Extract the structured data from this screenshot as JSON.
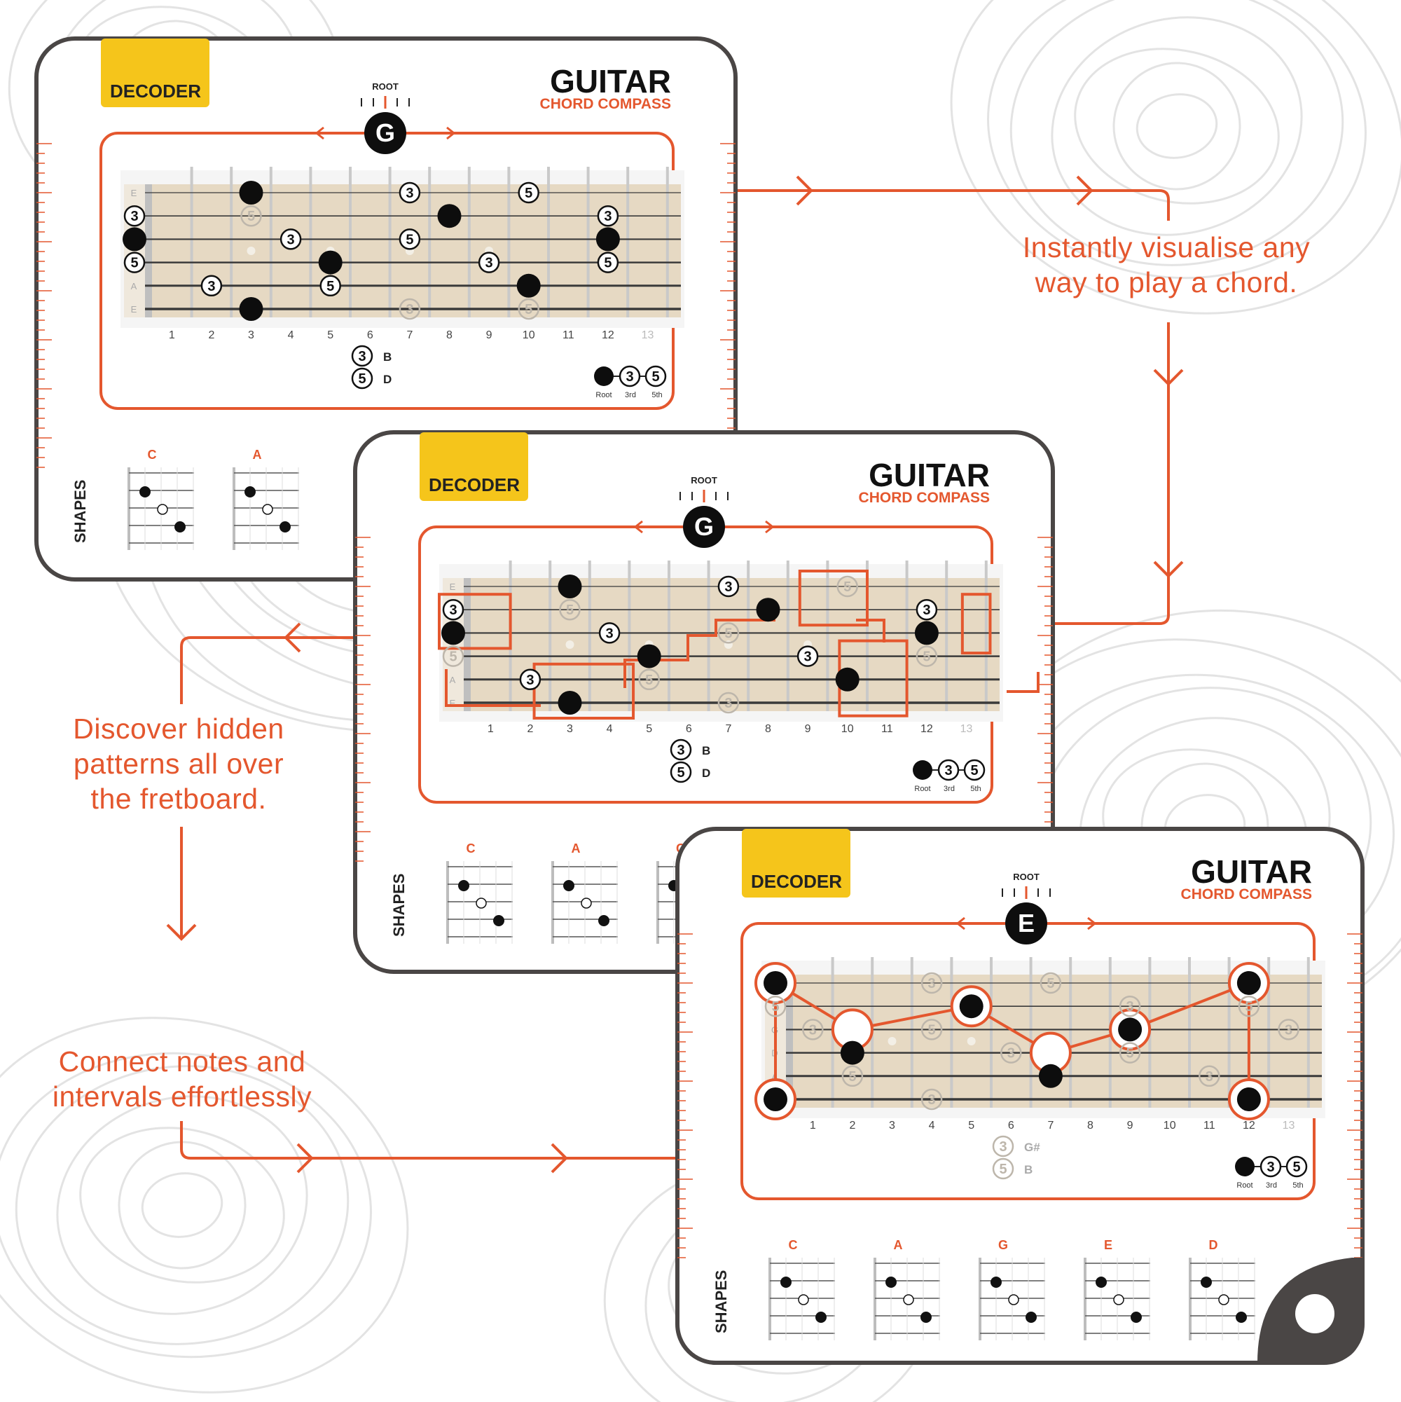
{
  "captions": {
    "visualise": [
      "Instantly visualise any",
      "way to play a chord."
    ],
    "discover": [
      "Discover hidden",
      "patterns all over",
      "the fretboard."
    ],
    "connect": [
      "Connect notes and",
      "intervals effortlessly"
    ]
  },
  "colors": {
    "accent": "#e4572e",
    "badge": "#f5c51b",
    "wood": "#e6d9c3",
    "dark": "#4a4645"
  },
  "cards": [
    {
      "badge": "DECODER",
      "brand": "GUITAR",
      "subbrand": "CHORD COMPASS",
      "root_label": "ROOT",
      "root": "G",
      "string_labels": [
        "E",
        "",
        "",
        "",
        "A",
        "E"
      ],
      "fret_numbers": [
        "1",
        "2",
        "3",
        "4",
        "5",
        "6",
        "7",
        "8",
        "9",
        "10",
        "11",
        "12",
        "13"
      ],
      "note_key": [
        {
          "sym": "3",
          "note": "B"
        },
        {
          "sym": "5",
          "note": "D"
        }
      ],
      "legend": [
        "Root",
        "3rd",
        "5th"
      ],
      "shapes_label": "SHAPES",
      "shapes": [
        "C",
        "A"
      ],
      "markers": [
        {
          "s": 0,
          "f": 3,
          "t": "R"
        },
        {
          "s": 0,
          "f": 7,
          "t": "3"
        },
        {
          "s": 0,
          "f": 10,
          "t": "5"
        },
        {
          "s": 1,
          "f": 0,
          "t": "3"
        },
        {
          "s": 1,
          "f": 3,
          "t": "5g"
        },
        {
          "s": 1,
          "f": 8,
          "t": "R"
        },
        {
          "s": 1,
          "f": 12,
          "t": "3"
        },
        {
          "s": 2,
          "f": 0,
          "t": "R"
        },
        {
          "s": 2,
          "f": 4,
          "t": "3"
        },
        {
          "s": 2,
          "f": 7,
          "t": "5"
        },
        {
          "s": 2,
          "f": 12,
          "t": "R"
        },
        {
          "s": 3,
          "f": 0,
          "t": "5"
        },
        {
          "s": 3,
          "f": 5,
          "t": "R"
        },
        {
          "s": 3,
          "f": 9,
          "t": "3"
        },
        {
          "s": 3,
          "f": 12,
          "t": "5"
        },
        {
          "s": 4,
          "f": 2,
          "t": "3"
        },
        {
          "s": 4,
          "f": 5,
          "t": "5"
        },
        {
          "s": 4,
          "f": 10,
          "t": "R"
        },
        {
          "s": 5,
          "f": 3,
          "t": "R"
        },
        {
          "s": 5,
          "f": 7,
          "t": "3g"
        },
        {
          "s": 5,
          "f": 10,
          "t": "5g"
        }
      ]
    },
    {
      "badge": "DECODER",
      "brand": "GUITAR",
      "subbrand": "CHORD COMPASS",
      "root_label": "ROOT",
      "root": "G",
      "string_labels": [
        "E",
        "",
        "",
        "",
        "A",
        "E"
      ],
      "fret_numbers": [
        "1",
        "2",
        "3",
        "4",
        "5",
        "6",
        "7",
        "8",
        "9",
        "10",
        "11",
        "12",
        "13"
      ],
      "note_key": [
        {
          "sym": "3",
          "note": "B"
        },
        {
          "sym": "5",
          "note": "D"
        }
      ],
      "legend": [
        "Root",
        "3rd",
        "5th"
      ],
      "shapes_label": "SHAPES",
      "shapes": [
        "C",
        "A",
        "G"
      ],
      "markers": [
        {
          "s": 0,
          "f": 3,
          "t": "R"
        },
        {
          "s": 0,
          "f": 7,
          "t": "3"
        },
        {
          "s": 0,
          "f": 10,
          "t": "5g"
        },
        {
          "s": 1,
          "f": 0,
          "t": "3"
        },
        {
          "s": 1,
          "f": 3,
          "t": "5g"
        },
        {
          "s": 1,
          "f": 8,
          "t": "R"
        },
        {
          "s": 1,
          "f": 12,
          "t": "3"
        },
        {
          "s": 2,
          "f": 0,
          "t": "R"
        },
        {
          "s": 2,
          "f": 4,
          "t": "3"
        },
        {
          "s": 2,
          "f": 7,
          "t": "5g"
        },
        {
          "s": 2,
          "f": 12,
          "t": "R"
        },
        {
          "s": 3,
          "f": 0,
          "t": "5g"
        },
        {
          "s": 3,
          "f": 5,
          "t": "R"
        },
        {
          "s": 3,
          "f": 9,
          "t": "3"
        },
        {
          "s": 3,
          "f": 12,
          "t": "5g"
        },
        {
          "s": 4,
          "f": 2,
          "t": "3"
        },
        {
          "s": 4,
          "f": 5,
          "t": "5g"
        },
        {
          "s": 4,
          "f": 10,
          "t": "R"
        },
        {
          "s": 5,
          "f": 3,
          "t": "R"
        },
        {
          "s": 5,
          "f": 7,
          "t": "3g"
        }
      ]
    },
    {
      "badge": "DECODER",
      "brand": "GUITAR",
      "subbrand": "CHORD COMPASS",
      "root_label": "ROOT",
      "root": "E",
      "string_labels": [
        "",
        "",
        "G",
        "D",
        "A",
        ""
      ],
      "fret_numbers": [
        "1",
        "2",
        "3",
        "4",
        "5",
        "6",
        "7",
        "8",
        "9",
        "10",
        "11",
        "12",
        "13"
      ],
      "note_key": [
        {
          "sym": "3",
          "note": "G#"
        },
        {
          "sym": "5",
          "note": "B"
        }
      ],
      "legend": [
        "Root",
        "3rd",
        "5th"
      ],
      "shapes_label": "SHAPES",
      "shapes": [
        "C",
        "A",
        "G",
        "E",
        "D"
      ],
      "markers": [
        {
          "s": 0,
          "f": 0,
          "t": "R"
        },
        {
          "s": 0,
          "f": 4,
          "t": "3g"
        },
        {
          "s": 0,
          "f": 7,
          "t": "5g"
        },
        {
          "s": 0,
          "f": 12,
          "t": "R"
        },
        {
          "s": 1,
          "f": 0,
          "t": "5g"
        },
        {
          "s": 1,
          "f": 5,
          "t": "R"
        },
        {
          "s": 1,
          "f": 9,
          "t": "3g"
        },
        {
          "s": 1,
          "f": 12,
          "t": "5g"
        },
        {
          "s": 2,
          "f": 1,
          "t": "3g"
        },
        {
          "s": 2,
          "f": 4,
          "t": "5g"
        },
        {
          "s": 2,
          "f": 9,
          "t": "R"
        },
        {
          "s": 2,
          "f": 13,
          "t": "3g"
        },
        {
          "s": 3,
          "f": 2,
          "t": "R"
        },
        {
          "s": 3,
          "f": 6,
          "t": "3g"
        },
        {
          "s": 3,
          "f": 9,
          "t": "5g"
        },
        {
          "s": 4,
          "f": 2,
          "t": "5g"
        },
        {
          "s": 4,
          "f": 7,
          "t": "R"
        },
        {
          "s": 4,
          "f": 11,
          "t": "3g"
        },
        {
          "s": 5,
          "f": 0,
          "t": "R"
        },
        {
          "s": 5,
          "f": 4,
          "t": "3g"
        },
        {
          "s": 5,
          "f": 12,
          "t": "R"
        }
      ]
    }
  ]
}
